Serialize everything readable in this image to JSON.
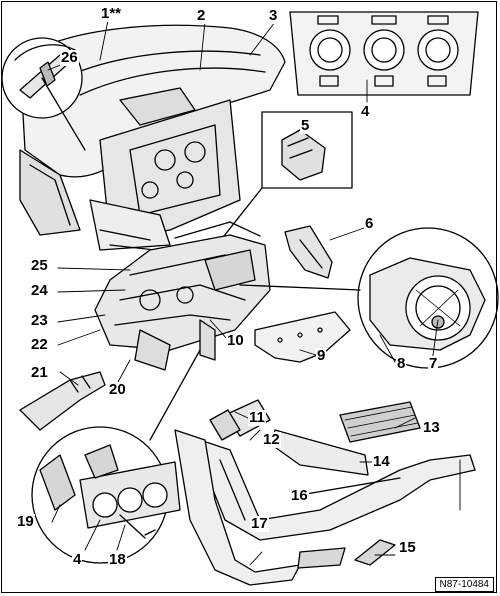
{
  "figure_ref": "N87-10484",
  "callouts": [
    {
      "id": "c1",
      "text": "1**"
    },
    {
      "id": "c2",
      "text": "2"
    },
    {
      "id": "c3",
      "text": "3"
    },
    {
      "id": "c26",
      "text": "26"
    },
    {
      "id": "c4a",
      "text": "4"
    },
    {
      "id": "c5",
      "text": "5"
    },
    {
      "id": "c6",
      "text": "6"
    },
    {
      "id": "c25",
      "text": "25"
    },
    {
      "id": "c24",
      "text": "24"
    },
    {
      "id": "c23",
      "text": "23"
    },
    {
      "id": "c22",
      "text": "22"
    },
    {
      "id": "c10",
      "text": "10"
    },
    {
      "id": "c9",
      "text": "9"
    },
    {
      "id": "c8",
      "text": "8"
    },
    {
      "id": "c7",
      "text": "7"
    },
    {
      "id": "c21",
      "text": "21"
    },
    {
      "id": "c20",
      "text": "20"
    },
    {
      "id": "c11",
      "text": "11"
    },
    {
      "id": "c12",
      "text": "12"
    },
    {
      "id": "c13",
      "text": "13"
    },
    {
      "id": "c14",
      "text": "14"
    },
    {
      "id": "c16",
      "text": "16"
    },
    {
      "id": "c19",
      "text": "19"
    },
    {
      "id": "c4b",
      "text": "4"
    },
    {
      "id": "c18",
      "text": "18"
    },
    {
      "id": "c17",
      "text": "17"
    },
    {
      "id": "c15",
      "text": "15"
    }
  ]
}
